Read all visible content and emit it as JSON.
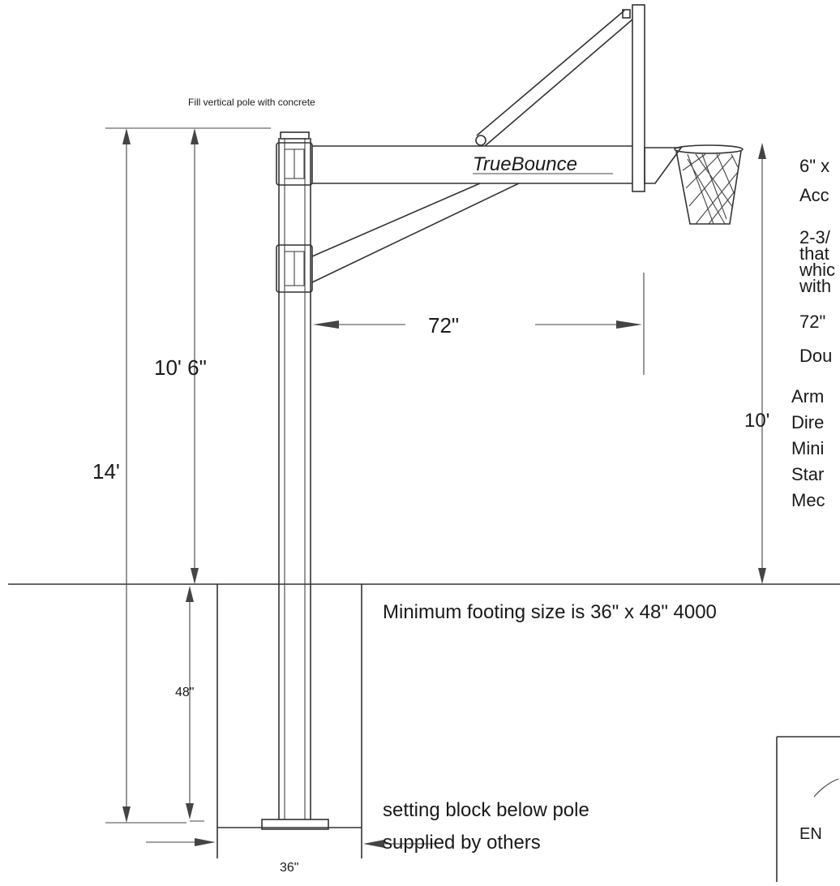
{
  "notes": {
    "concrete": "Fill vertical pole with concrete",
    "brand": "TrueBounce",
    "footing": "Minimum footing size is 36\" x 48\" 4000",
    "setting_block_1": "setting block below pole",
    "setting_block_2": "supplied by others"
  },
  "dimensions": {
    "total_height": "14'",
    "pole_above_grade": "10' 6\"",
    "rim_height": "10'",
    "extension": "72\"",
    "embed_depth": "48\"",
    "footing_width": "36\""
  },
  "spec_fragments": [
    "6\" x",
    "Acc",
    "2-3/",
    "that",
    "whic",
    "with",
    "72\"",
    "Dou",
    "Arm",
    "Dire",
    "Mini",
    "Star",
    "Mec"
  ],
  "title_block_fragment": "EN"
}
